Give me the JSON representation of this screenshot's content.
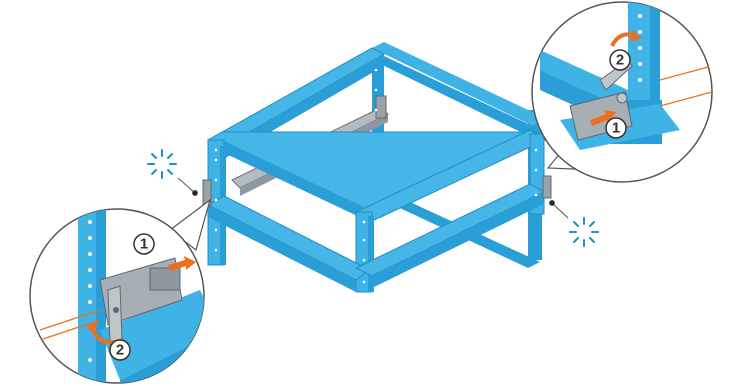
{
  "figure": {
    "colors": {
      "frame": "#3fb2e6",
      "frame_dark": "#1f8ec6",
      "frame_shadow": "#1a7fb2",
      "rail": "#9aa3a8",
      "rail_dark": "#5e6870",
      "arrow": "#e8701e",
      "line": "#555555",
      "callout_bg": "#ffffff"
    },
    "icons": {
      "click_indicator": "sound-click-burst-icon",
      "push_arrow": "orange-arrow-icon",
      "rotate_arrow": "orange-curved-arrow-icon"
    },
    "callouts": {
      "left": {
        "step1": "1",
        "step2": "2"
      },
      "right": {
        "step1": "1",
        "step2": "2"
      }
    }
  }
}
